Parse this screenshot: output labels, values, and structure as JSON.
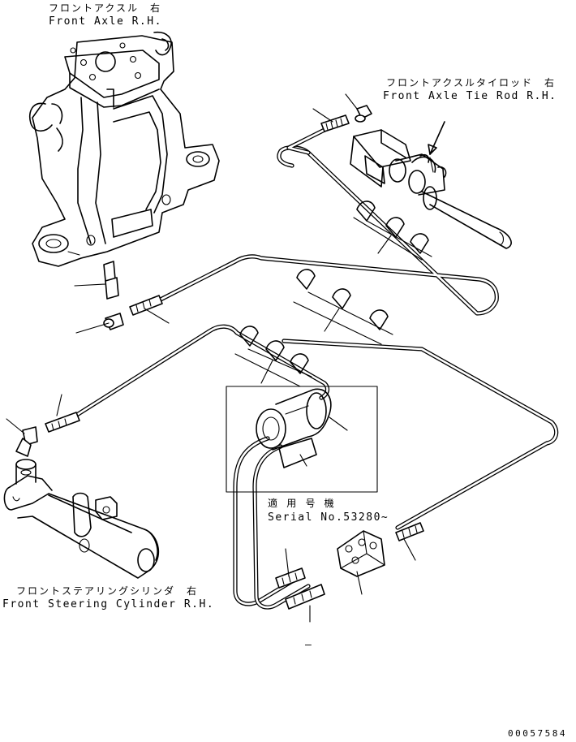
{
  "labels": {
    "axle_jp": "フロントアクスル　右",
    "axle_en": "Front Axle R.H.",
    "tierod_jp": "フロントアクスルタイロッド　右",
    "tierod_en": "Front Axle Tie Rod R.H.",
    "cylinder_jp": "フロントステアリングシリンダ　右",
    "cylinder_en": "Front Steering Cylinder R.H.",
    "serial_jp": "適 用 号 機",
    "serial_en": "Serial No.53280~",
    "drawing_code": "00057584",
    "dash": "–"
  }
}
